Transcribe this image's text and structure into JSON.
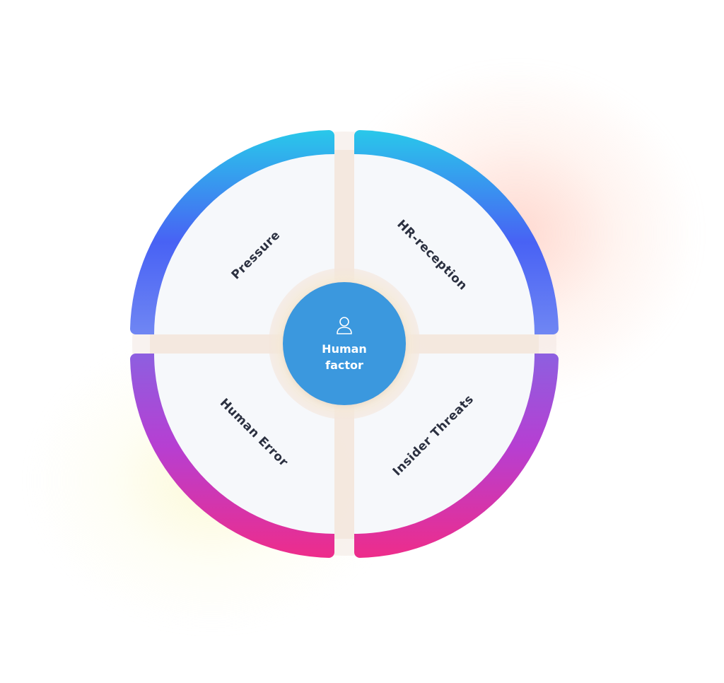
{
  "center": {
    "icon": "user-icon",
    "line1": "Human",
    "line2": "factor",
    "color": "#3a98de"
  },
  "segments": [
    {
      "id": "top-left",
      "label": "Pressure"
    },
    {
      "id": "top-right",
      "label": "HR-reception"
    },
    {
      "id": "bottom-left",
      "label": "Human Error"
    },
    {
      "id": "bottom-right",
      "label": "Insider Threats"
    }
  ],
  "colors": {
    "top_gradient": [
      "#2ac6ea",
      "#4a62f2",
      "#6a7cf2"
    ],
    "bottom_gradient": [
      "#8a5ce0",
      "#b33fd4",
      "#ec2e8c"
    ],
    "card_fill": "#f6f8fb",
    "label": "#2b3040"
  }
}
